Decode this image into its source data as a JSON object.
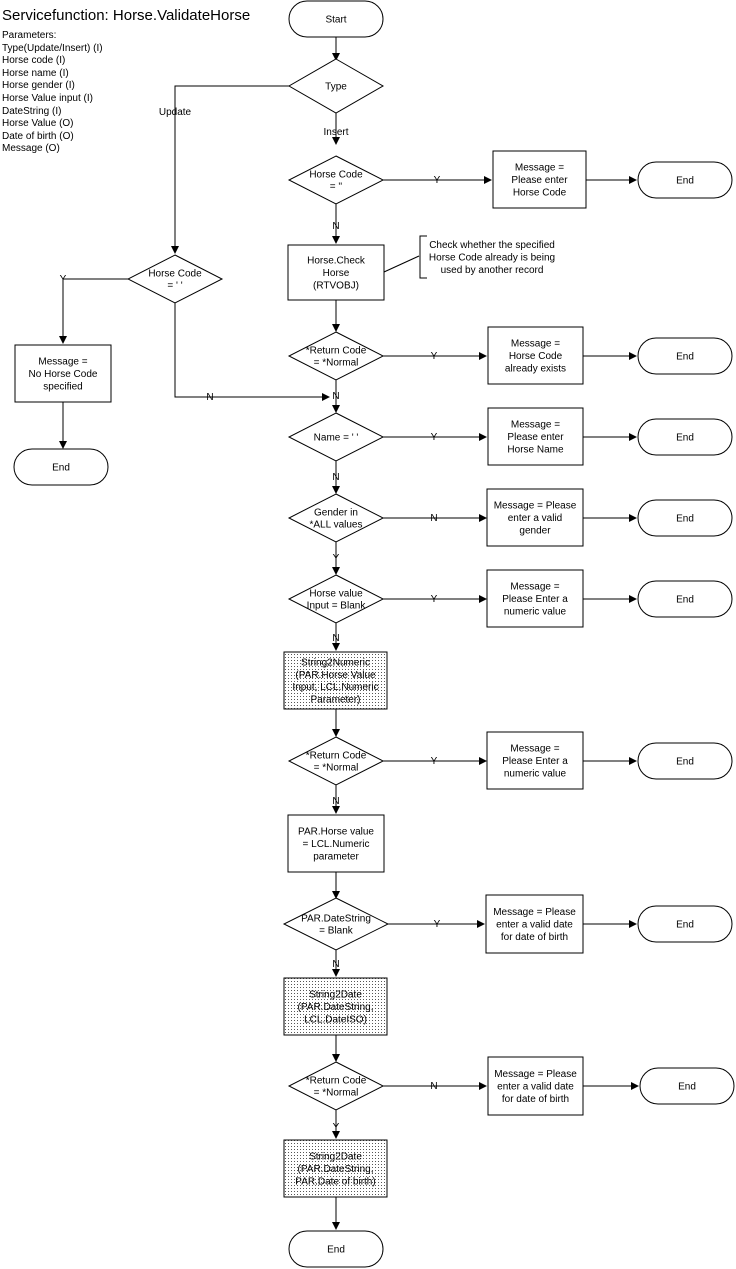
{
  "header": {
    "title": "Servicefunction: Horse.ValidateHorse",
    "parameters_label": "Parameters:",
    "parameters": [
      "Type(Update/Insert) (I)",
      "Horse code (I)",
      "Horse name (I)",
      "Horse gender (I)",
      "Horse Value  input (I)",
      "DateString (I)",
      "Horse Value (O)",
      "Date of birth (O)",
      "Message (O)"
    ]
  },
  "diagram": {
    "terminators": {
      "start": "Start",
      "end": "End"
    },
    "decisions": {
      "type": [
        "Type"
      ],
      "horse_code_insert": [
        "Horse Code",
        "= ''"
      ],
      "horse_code_update": [
        "Horse Code",
        "= ' '"
      ],
      "return_code_1": [
        "*Return Code",
        "= *Normal"
      ],
      "name": [
        "Name = ' '"
      ],
      "gender": [
        "Gender  in",
        "*ALL values"
      ],
      "horse_value": [
        "Horse value",
        "Input = Blank"
      ],
      "return_code_2": [
        "*Return Code",
        "= *Normal"
      ],
      "datestring": [
        "PAR.DateString",
        "= Blank"
      ],
      "return_code_3": [
        "*Return Code",
        "= *Normal"
      ]
    },
    "processes": {
      "check_horse": [
        "Horse.Check",
        "Horse",
        "(RTVOBJ)"
      ],
      "string2numeric": [
        "String2Numeric",
        "(PAR.Horse Value",
        "Input, LCL.Numeric",
        "Parameter)"
      ],
      "assign_value": [
        "PAR.Horse value",
        "= LCL.Numeric",
        "parameter"
      ],
      "string2date_1": [
        "String2Date",
        "(PAR.DateString,",
        "LCL.DateISO)"
      ],
      "string2date_2": [
        "String2Date",
        "(PAR.DateString,",
        "PAR.Date of birth)"
      ]
    },
    "messages": {
      "enter_code": [
        "Message =",
        "Please enter",
        "Horse Code"
      ],
      "no_code": [
        "Message =",
        "No Horse Code",
        "specified"
      ],
      "code_exists": [
        "Message =",
        "Horse Code",
        "already exists"
      ],
      "enter_name": [
        "Message =",
        "Please enter",
        "Horse Name"
      ],
      "valid_gender": [
        "Message = Please",
        "enter a valid",
        "gender"
      ],
      "numeric_1": [
        "Message =",
        "Please Enter a",
        "numeric value"
      ],
      "numeric_2": [
        "Message =",
        "Please Enter a",
        "numeric value"
      ],
      "date_1": [
        "Message = Please",
        "enter a valid date",
        "for date of birth"
      ],
      "date_2": [
        "Message = Please",
        "enter a valid date",
        "for date of birth"
      ]
    },
    "annotation": [
      "Check whether the specified",
      "Horse Code already is being",
      "used by another record"
    ],
    "branch_labels": {
      "update": "Update",
      "insert": "Insert",
      "yes": "Y",
      "no": "N"
    }
  }
}
